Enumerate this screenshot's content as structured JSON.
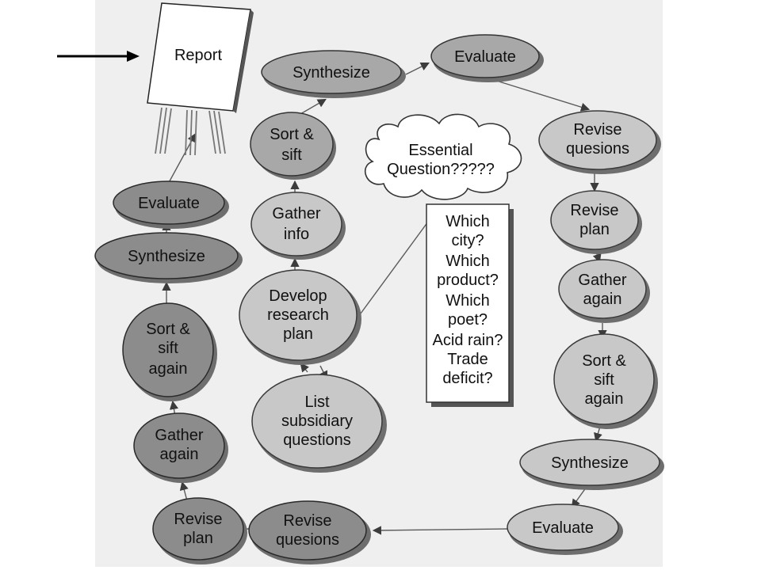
{
  "nodes": {
    "report": "Report",
    "mid_synthesize": "Synthesize",
    "top_evaluate": "Evaluate",
    "right_revise_questions": [
      "Revise",
      "quesions"
    ],
    "right_revise_plan": [
      "Revise",
      "plan"
    ],
    "right_gather_again": [
      "Gather",
      "again"
    ],
    "right_sort_sift_again": [
      "Sort &",
      "sift",
      "again"
    ],
    "right_synthesize": "Synthesize",
    "bottom_evaluate": "Evaluate",
    "bottom_revise_questions": [
      "Revise",
      "quesions"
    ],
    "left_revise_plan": [
      "Revise",
      "plan"
    ],
    "left_gather_again": [
      "Gather",
      "again"
    ],
    "left_sort_sift_again": [
      "Sort &",
      "sift",
      "again"
    ],
    "left_synthesize": "Synthesize",
    "left_evaluate": "Evaluate",
    "mid_sort_sift": [
      "Sort &",
      "sift"
    ],
    "mid_gather_info": [
      "Gather",
      "info"
    ],
    "develop_research_plan": [
      "Develop",
      "research",
      "plan"
    ],
    "list_subsidiary_questions": [
      "List",
      "subsidiary",
      "questions"
    ],
    "essential_question": [
      "Essential",
      "Question?????"
    ],
    "examples": [
      "Which",
      "city?",
      "Which",
      "product?",
      "Which",
      "poet?",
      "Acid rain?",
      "Trade",
      "deficit?"
    ]
  }
}
